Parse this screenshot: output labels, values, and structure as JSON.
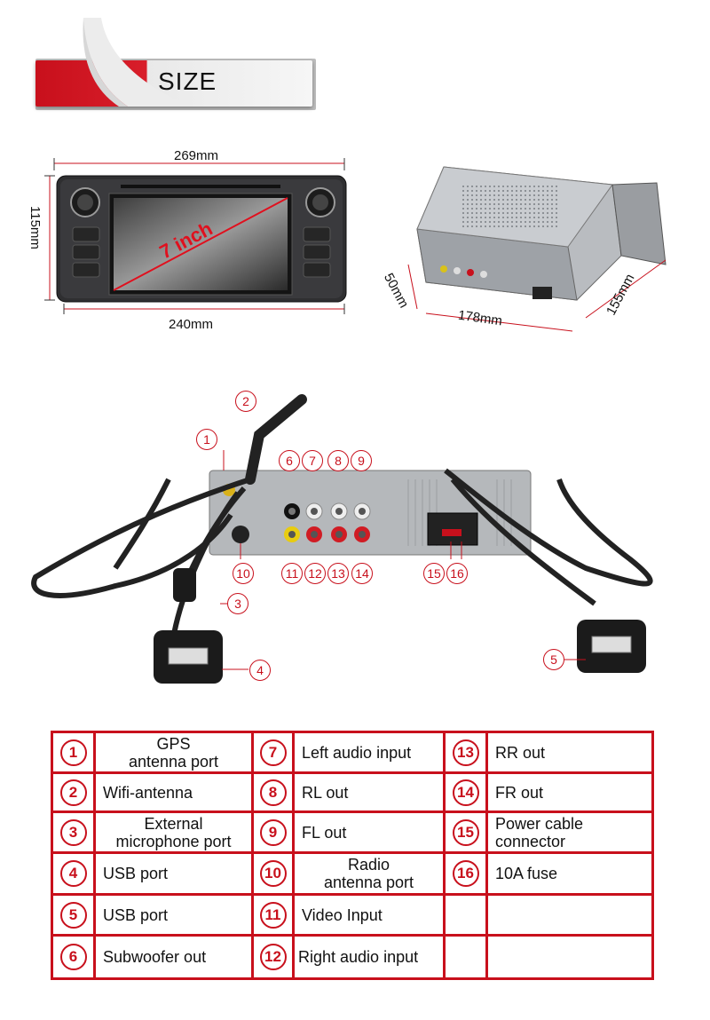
{
  "header": {
    "title": "SIZE"
  },
  "dimensions": {
    "front_width_top": "269mm",
    "front_width_bottom": "240mm",
    "front_height": "115mm",
    "screen_size": "7 inch",
    "side_depth": "178mm",
    "side_height": "50mm",
    "side_back": "155mm"
  },
  "callouts": [
    "1",
    "2",
    "3",
    "4",
    "5",
    "6",
    "7",
    "8",
    "9",
    "10",
    "11",
    "12",
    "13",
    "14",
    "15",
    "16"
  ],
  "rows": [
    [
      {
        "num": "1",
        "label": "GPS\nantenna port"
      },
      {
        "num": "7",
        "label": "Left audio input"
      },
      {
        "num": "13",
        "label": "RR out"
      }
    ],
    [
      {
        "num": "2",
        "label": "Wifi-antenna"
      },
      {
        "num": "8",
        "label": "RL out"
      },
      {
        "num": "14",
        "label": "FR out"
      }
    ],
    [
      {
        "num": "3",
        "label": "External\nmicrophone port"
      },
      {
        "num": "9",
        "label": "FL out"
      },
      {
        "num": "15",
        "label": "Power cable\nconnector"
      }
    ],
    [
      {
        "num": "4",
        "label": "USB port"
      },
      {
        "num": "10",
        "label": "Radio\nantenna port"
      },
      {
        "num": "16",
        "label": "10A fuse"
      }
    ],
    [
      {
        "num": "5",
        "label": "USB port"
      },
      {
        "num": "11",
        "label": "Video Input"
      },
      {
        "num": "",
        "label": ""
      }
    ],
    [
      {
        "num": "6",
        "label": "Subwoofer out"
      },
      {
        "num": "12",
        "label": "Right audio input"
      },
      {
        "num": "",
        "label": ""
      }
    ]
  ],
  "colors": {
    "accent": "#c8101c",
    "banner_light": "#f2f2f2",
    "device_dark": "#2e2e2e"
  }
}
